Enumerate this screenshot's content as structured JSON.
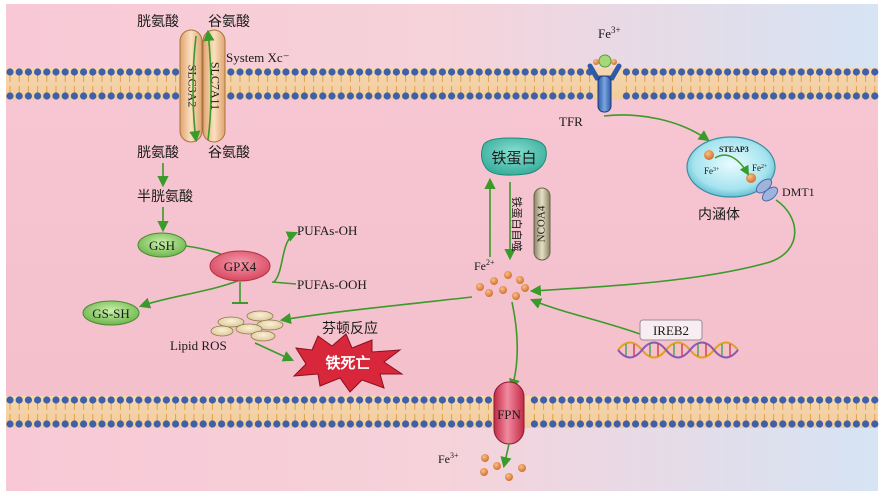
{
  "membrane_top": {
    "transporter_name": "System Xc⁻",
    "subunit_left": "SLC3A2",
    "subunit_right": "SLC7A11",
    "outside_left": "胱氨酸",
    "outside_right": "谷氨酸",
    "inside_left": "胱氨酸",
    "inside_right": "谷氨酸"
  },
  "pathway_left": {
    "cysteine": "半胱氨酸",
    "gsh": "GSH",
    "gssh": "GS-SH",
    "gpx4": "GPX4",
    "pufas_oh": "PUFAs-OH",
    "pufas_ooh": "PUFAs-OOH",
    "lipid_ros": "Lipid ROS",
    "fenton": "芬顿反应",
    "ferroptosis": "铁死亡"
  },
  "iron_uptake": {
    "fe3_ext": "Fe",
    "fe3_ext_sup": "3+",
    "tfr": "TFR",
    "steap3": "STEAP3",
    "endo_fe3": "Fe",
    "endo_fe3_sup": "3+",
    "endo_fe2": "Fe",
    "endo_fe2_sup": "2+",
    "dmt1": "DMT1",
    "endosome": "内涵体"
  },
  "iron_pool": {
    "ferritin": "铁蛋白",
    "ncoa4": "NCOA4",
    "ferritinophagy": "铁蛋白自噬",
    "fe2": "Fe",
    "fe2_sup": "2+",
    "ireb2": "IREB2"
  },
  "export": {
    "fpn": "FPN",
    "fe3_out": "Fe",
    "fe3_out_sup": "3+"
  },
  "colors": {
    "arrow": "#3a9a2a",
    "membrane_head": "#3f5fa8",
    "membrane_tail": "#e0a050",
    "gpx4_fill": "#e0607a",
    "gsh_fill": "#8fcf6f",
    "ferritin_fill": "#3fb7a5",
    "ferroptosis_fill": "#d8263a",
    "iron_fill": "#e0883a"
  }
}
